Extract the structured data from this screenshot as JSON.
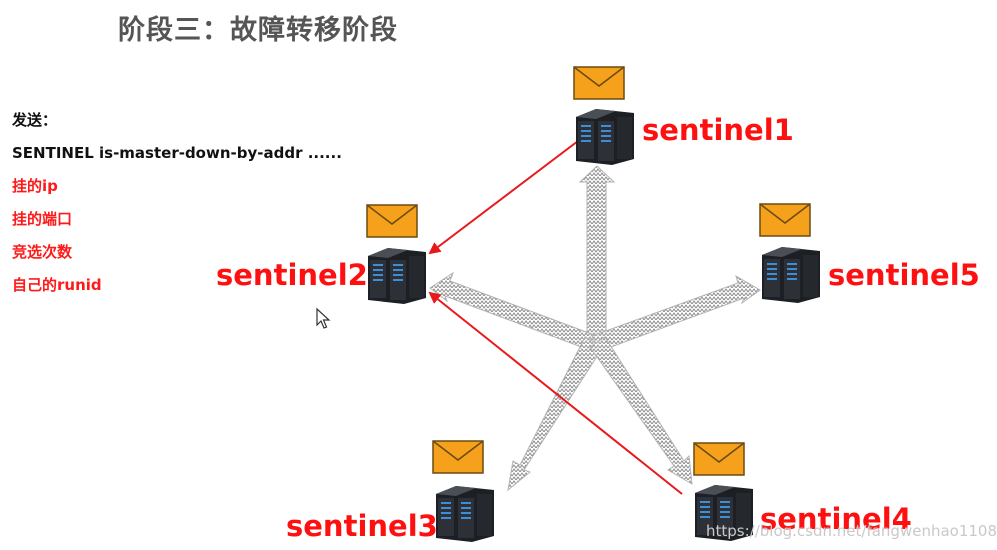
{
  "title": "阶段三：故障转移阶段",
  "panel": {
    "send_label": "发送：",
    "command": "SENTINEL is-master-down-by-addr ......",
    "fields": [
      "挂的ip",
      "挂的端口",
      "竞选次数",
      "自己的runid"
    ]
  },
  "nodes": [
    {
      "id": "s1",
      "label": "sentinel1"
    },
    {
      "id": "s2",
      "label": "sentinel2"
    },
    {
      "id": "s3",
      "label": "sentinel3"
    },
    {
      "id": "s4",
      "label": "sentinel4"
    },
    {
      "id": "s5",
      "label": "sentinel5"
    }
  ],
  "watermark": "https://blog.csdn.net/fangwenhao1108",
  "colors": {
    "title": "#555555",
    "node_label": "#ff1010",
    "vote_arrow": "#e8191c",
    "envelope": "#f5a11c",
    "server": "#2f3338",
    "broadcast_arrow": "#9a9a9a"
  },
  "icons": [
    "envelope-icon",
    "server-icon",
    "mouse-cursor-icon"
  ]
}
